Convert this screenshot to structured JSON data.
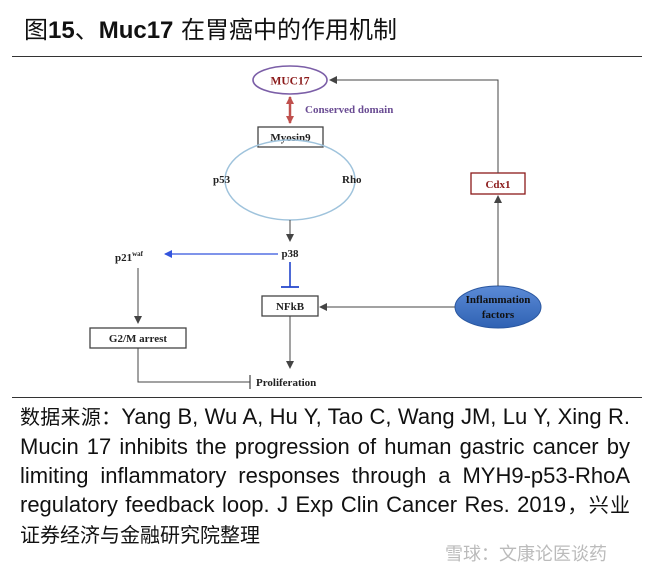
{
  "header": {
    "figure_label": "图",
    "figure_number": "15",
    "separator": "、",
    "title_bold": "Muc17",
    "title_rest": " 在胃癌中的作用机制"
  },
  "diagram": {
    "nodes": {
      "muc17": "MUC17",
      "conserved_domain": "Conserved domain",
      "myosin9": "Myosin9",
      "p53": "p53",
      "rho": "Rho",
      "p38": "p38",
      "p21": "p21",
      "p21_sup": "waf",
      "g2m": "G2/M arrest",
      "nfkb": "NFkB",
      "inflammation_1": "Inflammation",
      "inflammation_2": "factors",
      "cdx1": "Cdx1",
      "proliferation": "Proliferation"
    },
    "colors": {
      "muc17": "#8b1a1a",
      "conserved": "#6a4c93",
      "loop": "#9fc3dc",
      "p21_arrow": "#3355dd",
      "inhibit": "#2244cc",
      "ellipse_fill": "#3d73c5"
    }
  },
  "source": {
    "label": "数据来源：",
    "citation_1": "Yang B, Wu A, Hu Y, Tao C, Wang JM, Lu Y, Xing R. Mucin 17 inhibits the progression of human gastric cancer by limiting inflammatory responses through a MYH9-p53-RhoA regulatory feedback loop. J Exp Clin Cancer Res. 2019",
    "comma": "，",
    "citation_2": "兴业证券经济与金融研究院整理"
  },
  "watermark": "雪球：文康论医谈药"
}
